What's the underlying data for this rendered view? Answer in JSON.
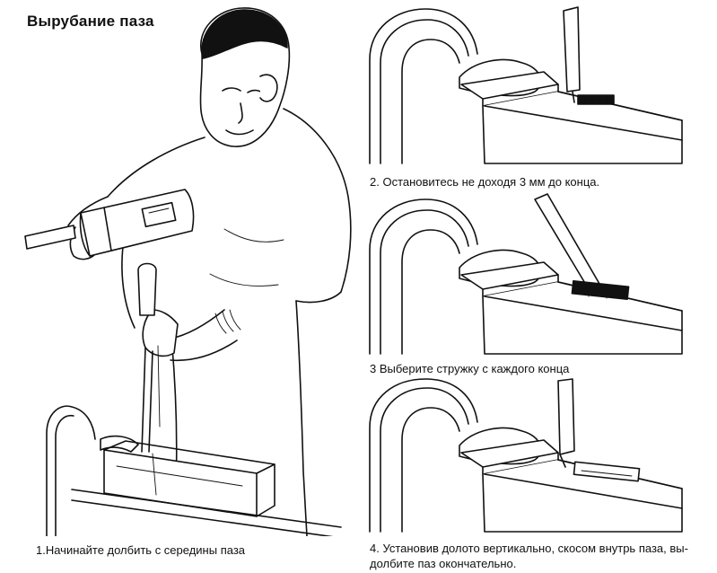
{
  "page": {
    "title": "Вырубание паза"
  },
  "steps": [
    {
      "caption": "1.Начинайте долбить с середины паза"
    },
    {
      "caption": "2. Остановитесь не доходя 3 мм до конца."
    },
    {
      "caption": "3  Выберите стружку с каждого конца"
    },
    {
      "caption": "4. Установив долото вертикально, скосом внутрь паза, вы-\nдолбите паз окончательно."
    }
  ]
}
